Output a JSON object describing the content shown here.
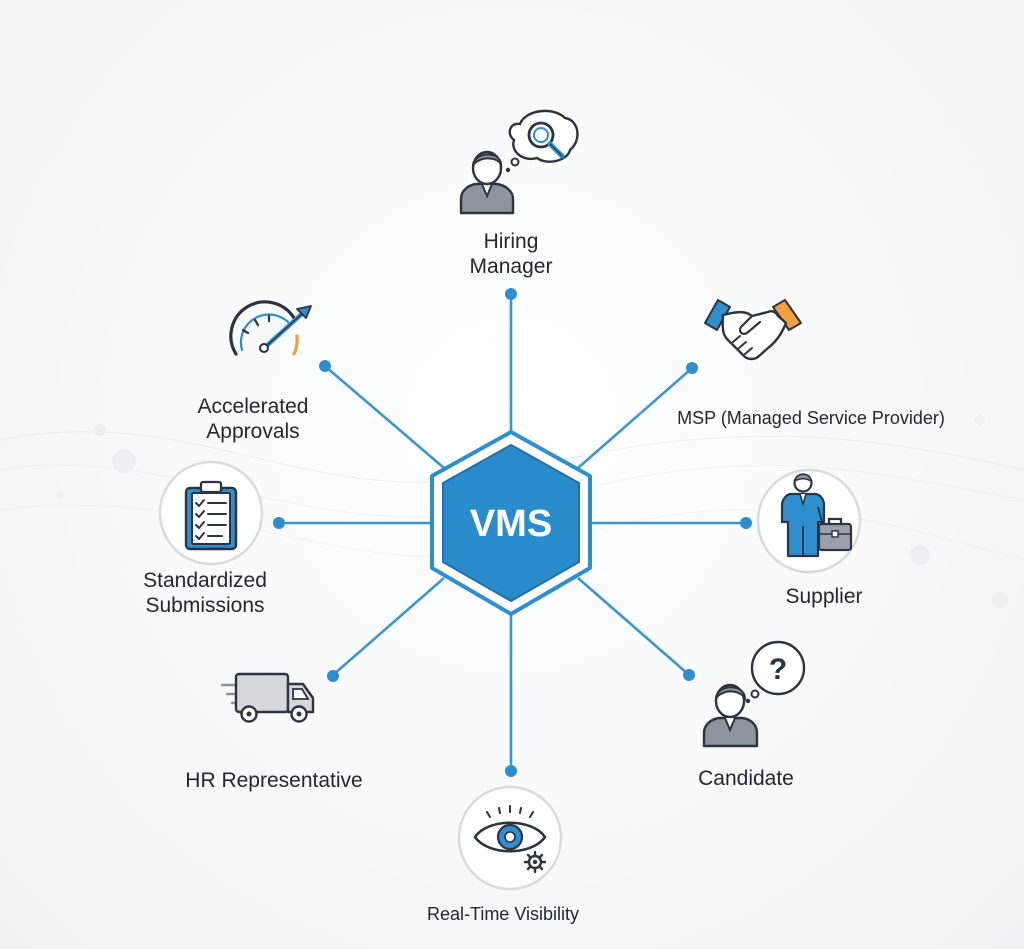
{
  "center": {
    "label": "VMS"
  },
  "nodes": {
    "hiring_manager": {
      "line1": "Hiring",
      "line2": "Manager"
    },
    "msp": {
      "label": "MSP (Managed Service Provider)"
    },
    "supplier": {
      "label": "Supplier"
    },
    "candidate": {
      "label": "Candidate"
    },
    "real_time_visibility": {
      "label": "Real-Time Visibility"
    },
    "hr_representative": {
      "label": "HR Representative"
    },
    "standardized_submissions": {
      "line1": "Standardized",
      "line2": "Submissions"
    },
    "accelerated_approvals": {
      "line1": "Accelerated",
      "line2": "Approvals"
    }
  },
  "icons": {
    "hiring_manager": "person-magnifier-thought-icon",
    "msp": "handshake-icon",
    "supplier": "businessman-briefcase-icon",
    "candidate": "person-question-thought-icon",
    "real_time_visibility": "eye-gear-icon",
    "hr_representative": "delivery-truck-icon",
    "standardized_submissions": "clipboard-checklist-icon",
    "accelerated_approvals": "speedometer-arrow-icon"
  },
  "colors": {
    "accent": "#2f8fce",
    "accent_dark": "#1f6fa8",
    "connector": "#3a96cf",
    "icon_stroke": "#2b3440",
    "icon_gray": "#8c949c",
    "orange": "#f2a03d",
    "text": "#222831"
  }
}
